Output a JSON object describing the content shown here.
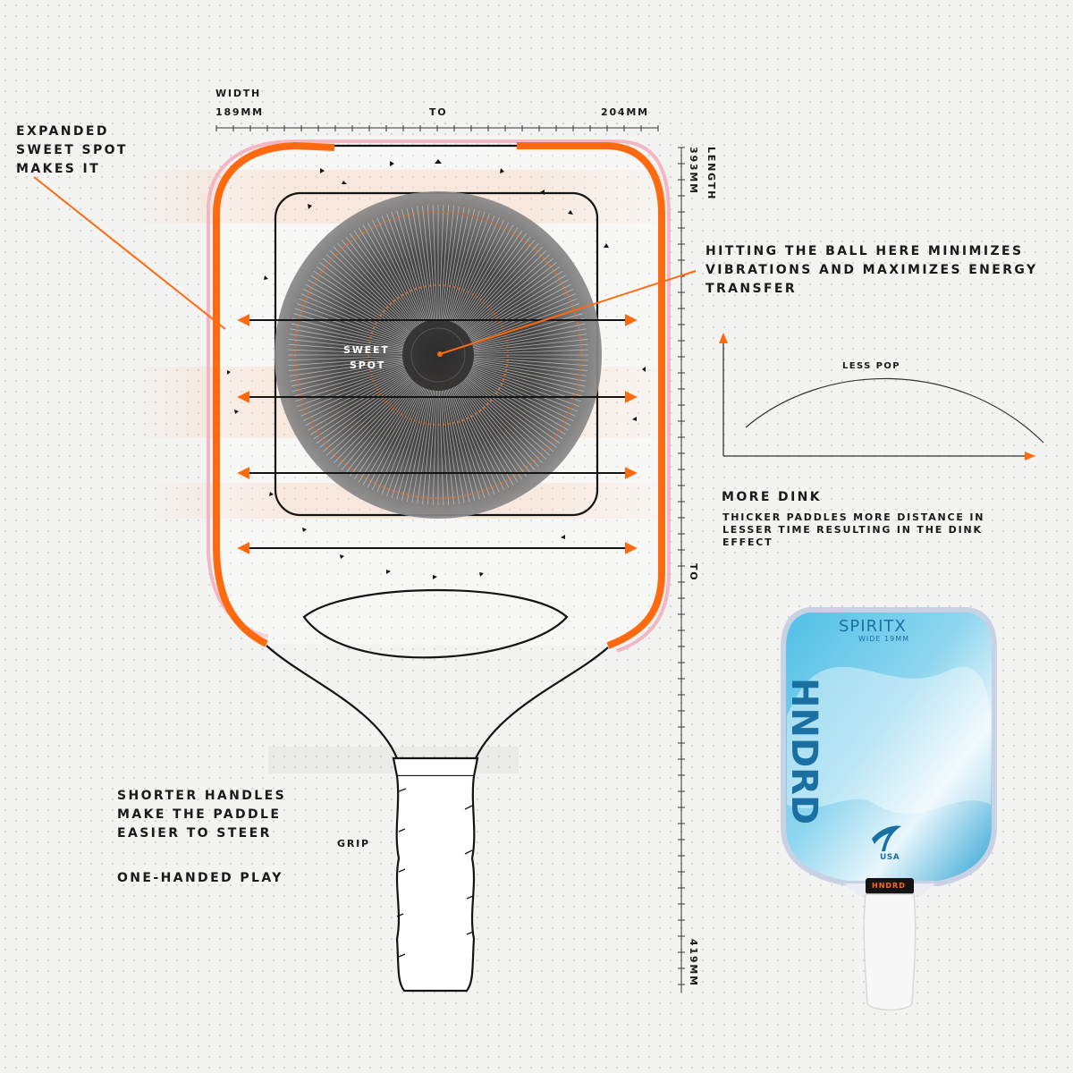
{
  "colors": {
    "accent": "#ff6a10",
    "outline": "#141414",
    "paddle_blue": "#3fb3dd",
    "paddle_dark_blue": "#1a6fa3",
    "background": "#f3f3f1"
  },
  "width_dimension": {
    "label": "WIDTH",
    "min": "189MM",
    "connector": "TO",
    "max": "204MM"
  },
  "length_dimension": {
    "label": "LENGTH",
    "min": "393MM",
    "connector": "TO",
    "max": "419MM"
  },
  "callouts": {
    "expanded_sweet_spot": [
      "EXPANDED",
      "SWEET SPOT",
      "MAKES IT"
    ],
    "sweet_spot_center": [
      "SWEET",
      "SPOT"
    ],
    "hitting_ball": [
      "HITTING THE BALL HERE MINIMIZES",
      "VIBRATIONS AND MAXIMIZES ENERGY",
      "TRANSFER"
    ],
    "shorter_handles": [
      "SHORTER HANDLES",
      "MAKE THE PADDLE",
      "EASIER TO STEER"
    ],
    "one_handed": "ONE-HANDED PLAY",
    "grip": "GRIP"
  },
  "pop_graph": {
    "curve_label": "LESS POP",
    "title": "MORE DINK",
    "description": [
      "THICKER PADDLES MORE DISTANCE IN",
      "LESSER TIME RESULTING IN THE DINK",
      "EFFECT"
    ]
  },
  "product": {
    "model": "SPIRITX",
    "variant": "WIDE 19MM",
    "brand_vertical": "HNDRD",
    "origin_badge": "USA",
    "collar_brand": "HNDRD"
  },
  "icons": {
    "dimension_arrows": "double-arrow-icon",
    "axis_arrows": "arrow-head-icon",
    "logo": "hndrd-feather-logo-icon"
  }
}
